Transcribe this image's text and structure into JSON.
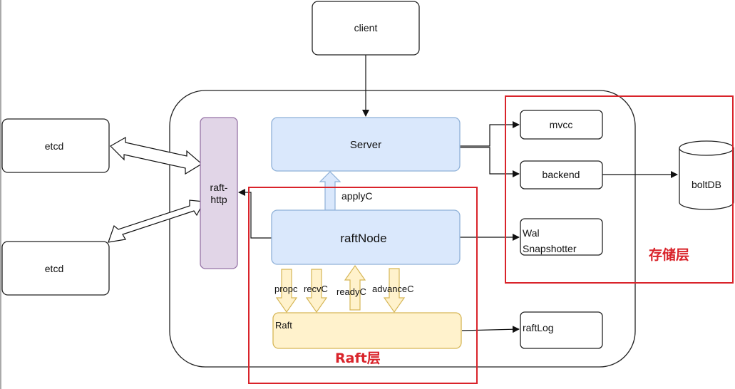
{
  "nodes": {
    "client": "client",
    "etcd_top": "etcd",
    "etcd_bottom": "etcd",
    "raft_http_line1": "raft-",
    "raft_http_line2": "http",
    "server": "Server",
    "raft_node": "raftNode",
    "raft": "Raft",
    "mvcc": "mvcc",
    "backend": "backend",
    "wal_line1": "Wal",
    "wal_line2": "Snapshotter",
    "raft_log": "raftLog",
    "bolt_db": "boltDB"
  },
  "arrows": {
    "apply_c": "applyC",
    "prop_c": "propc",
    "recv_c": "recvC",
    "ready_c": "readyC",
    "advance_c": "advanceC"
  },
  "regions": {
    "storage_layer": "存储层",
    "raft_layer": "Raft层"
  },
  "colors": {
    "highlight_red": "#d9232a",
    "blue_fill": "#dae8fc",
    "blue_stroke": "#8fb1d8",
    "purple_fill": "#e1d5e7",
    "purple_stroke": "#9673a6",
    "yellow_fill": "#fff2cc",
    "yellow_stroke": "#d6b656",
    "ink": "#111111"
  }
}
